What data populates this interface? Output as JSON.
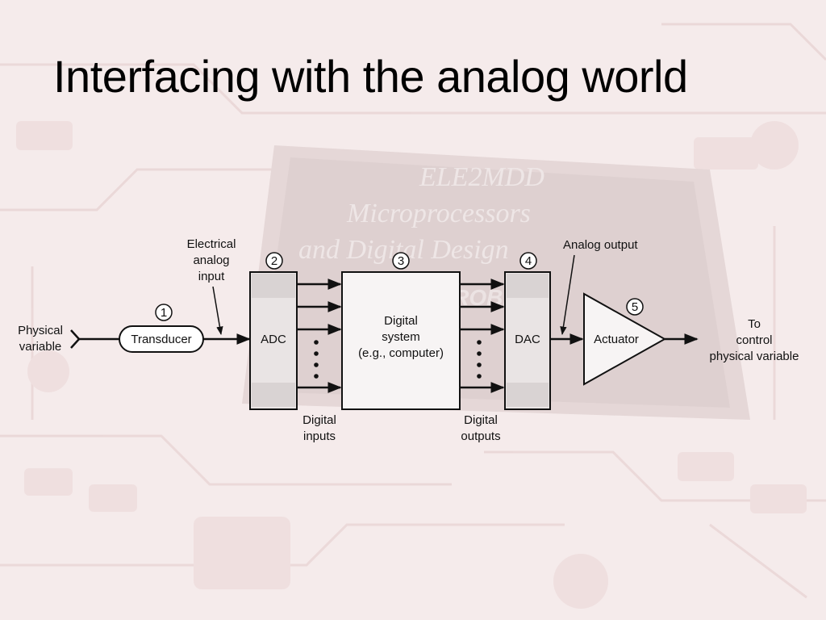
{
  "slide": {
    "title": "Interfacing with the analog world"
  },
  "background": {
    "chip_lines": [
      "ELE2MDD",
      "Microprocessors",
      "and Digital Design"
    ],
    "chip_brand": "LA TROBE"
  },
  "diagram": {
    "physical_variable": [
      "Physical",
      "variable"
    ],
    "electrical_analog_input": [
      "Electrical",
      "analog",
      "input"
    ],
    "transducer": {
      "number": "1",
      "label": "Transducer"
    },
    "adc": {
      "number": "2",
      "label": "ADC"
    },
    "digital_system": {
      "number": "3",
      "label": [
        "Digital",
        "system",
        "(e.g., computer)"
      ]
    },
    "dac": {
      "number": "4",
      "label": "DAC"
    },
    "actuator": {
      "number": "5",
      "label": "Actuator"
    },
    "digital_inputs": [
      "Digital",
      "inputs"
    ],
    "digital_outputs": [
      "Digital",
      "outputs"
    ],
    "analog_output": "Analog output",
    "to_control": [
      "To",
      "control",
      "physical variable"
    ]
  }
}
